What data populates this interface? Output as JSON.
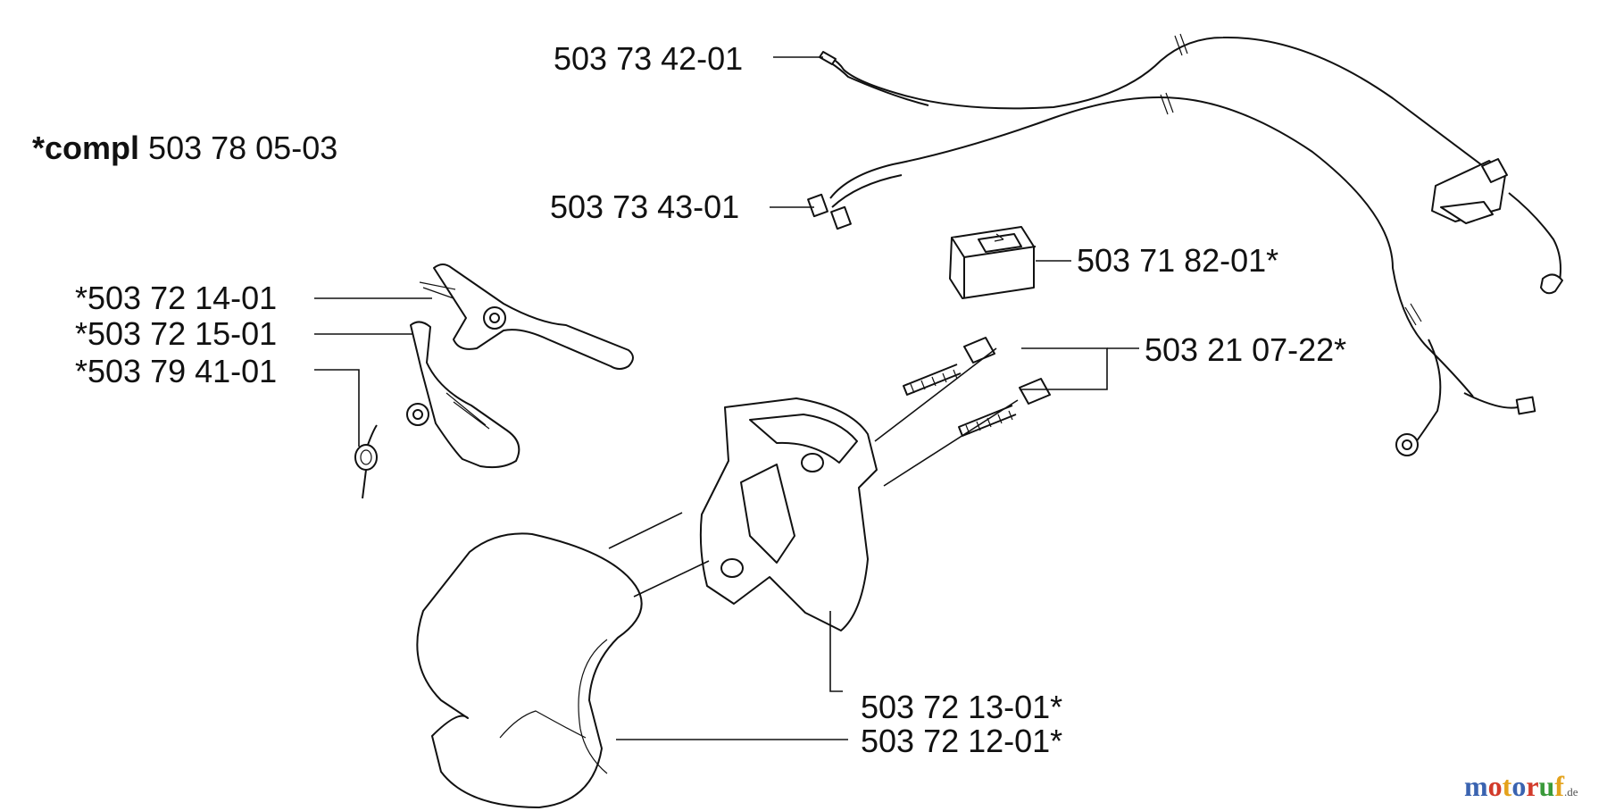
{
  "compl": {
    "prefix": "*compl",
    "number": "503 78 05-03"
  },
  "labels": {
    "cable_top": "503 73 42-01",
    "cable_mid": "503 73 43-01",
    "switch": "503 71 82-01*",
    "lever": "*503 72 14-01",
    "trigger": "*503 72 15-01",
    "spring": "*503 79 41-01",
    "screws": "503 21 07-22*",
    "handle_inner": "503 72 13-01*",
    "handle_cover": "503 72 12-01*"
  },
  "watermark": {
    "text": "motoruf",
    "suffix": ".de",
    "colors": [
      "#3a63b0",
      "#d23a2a",
      "#e4a21c",
      "#3a63b0",
      "#d23a2a",
      "#3a9a3a",
      "#e4a21c"
    ]
  }
}
